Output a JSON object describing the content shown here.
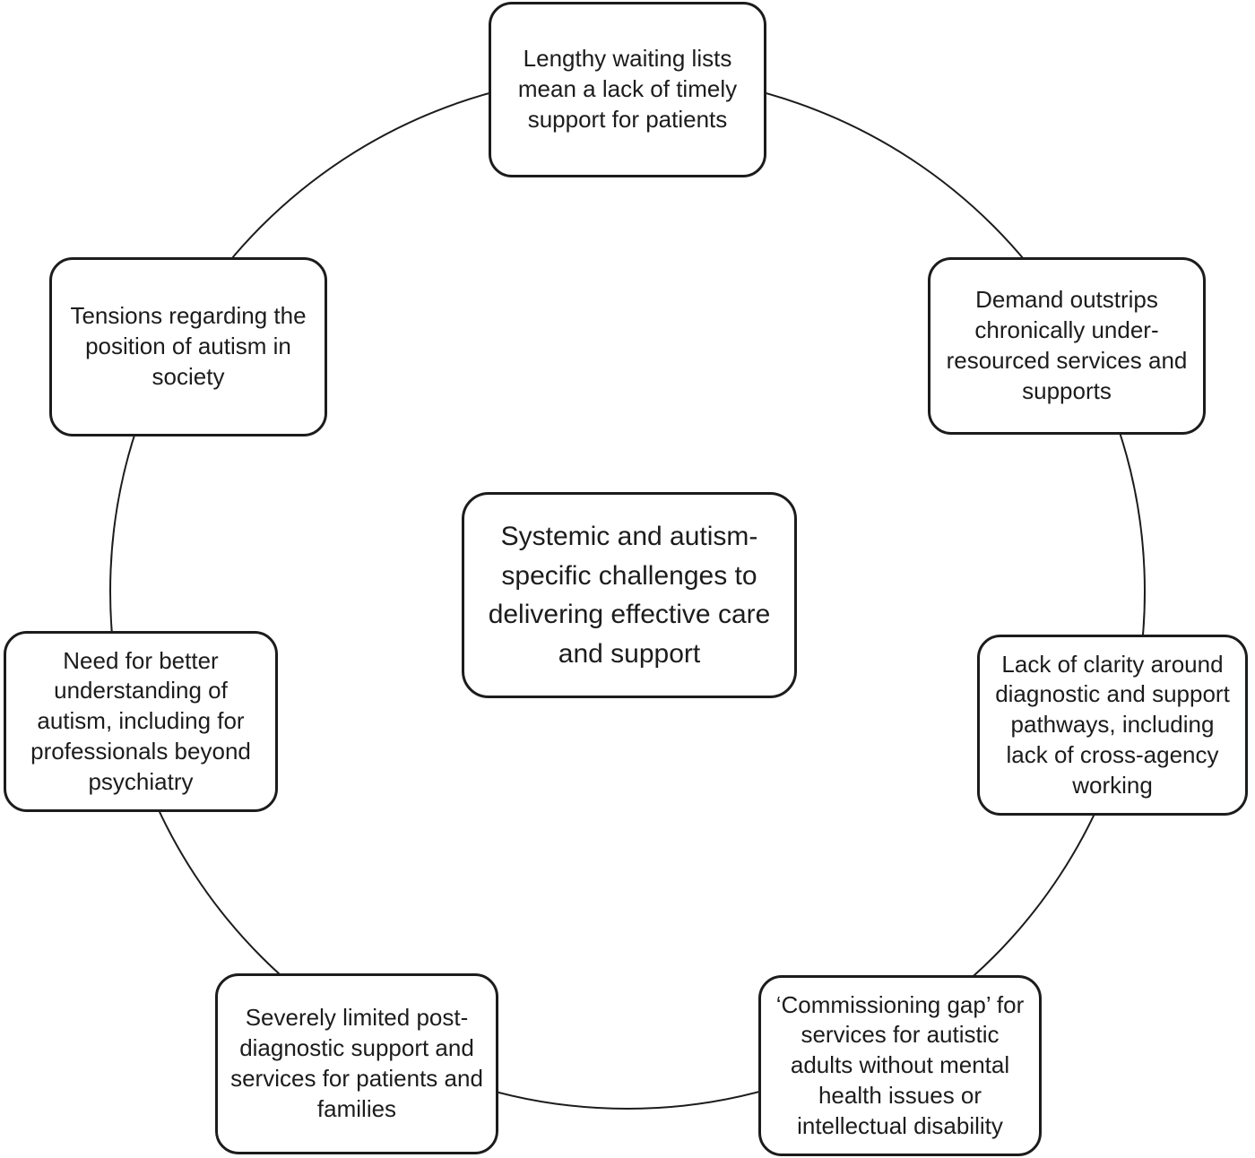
{
  "diagram": {
    "title": "Systemic and autism-specific challenges cycle",
    "center": {
      "text": "Systemic and autism-specific challenges to delivering effective care and support"
    },
    "nodes": [
      {
        "id": "top",
        "text": "Lengthy waiting lists mean a lack of timely support for patients"
      },
      {
        "id": "upper-right",
        "text": "Demand outstrips chronically under-resourced services and supports"
      },
      {
        "id": "right",
        "text": "Lack of clarity around diagnostic and support pathways, including lack of cross-agency working"
      },
      {
        "id": "lower-right",
        "text": "‘Commissioning gap’ for services for autistic adults without mental health issues or intellectual disability"
      },
      {
        "id": "lower-left",
        "text": "Severely limited post-diagnostic support and services for patients and families"
      },
      {
        "id": "left",
        "text": "Need for better understanding of autism, including for professionals beyond psychiatry"
      },
      {
        "id": "upper-left",
        "text": "Tensions regarding the position of autism in society"
      }
    ],
    "colors": {
      "line": "#1c1c1c",
      "background": "#ffffff",
      "text": "#1c1c1c"
    }
  }
}
